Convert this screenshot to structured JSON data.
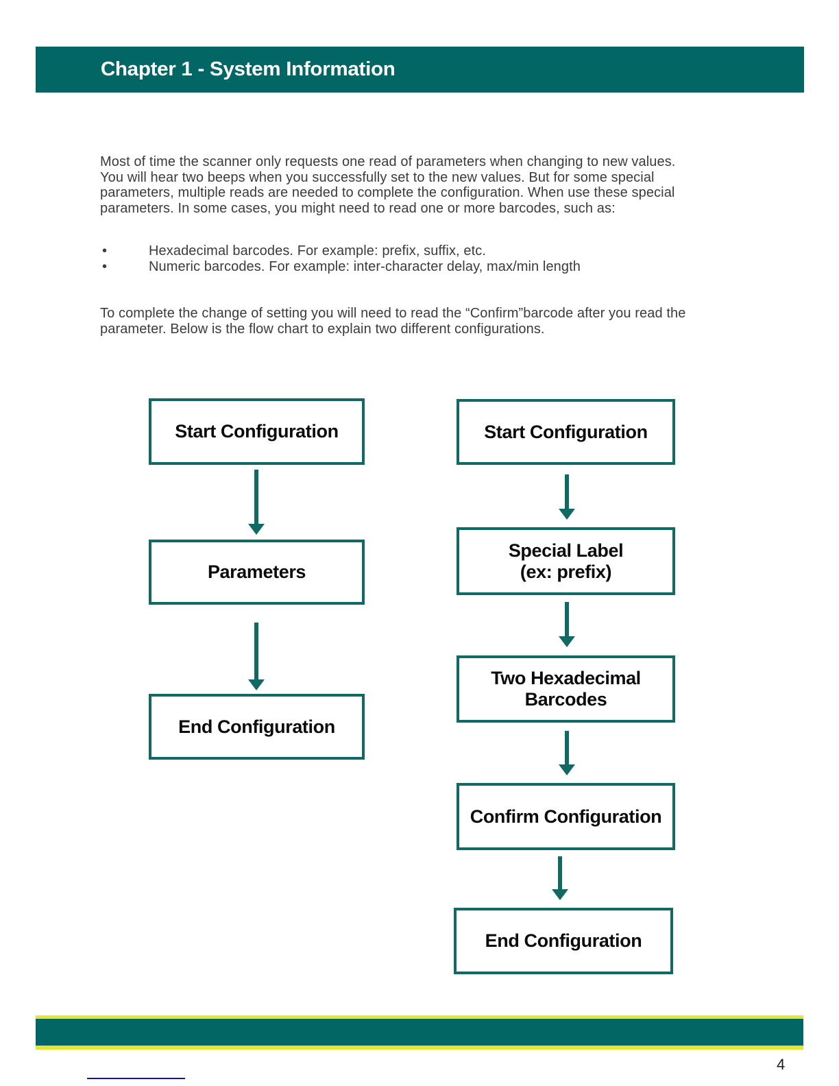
{
  "header": {
    "title": "Chapter 1 - System Information"
  },
  "body": {
    "paragraph1_lines": [
      "Most of time the scanner only requests one read of parameters when changing to new values.",
      "You will hear two beeps when you successfully set to the new values. But for some special",
      "parameters, multiple reads are needed to complete the configuration. When use these special",
      "parameters. In some cases, you might need to read one or more barcodes, such as:"
    ],
    "bullet_char": "•",
    "bullets": [
      "Hexadecimal barcodes. For example: prefix, suffix, etc.",
      "Numeric barcodes. For example: inter-character delay, max/min length"
    ],
    "paragraph2_lines": [
      "To complete the change of setting you will need to read the “Confirm”barcode after you read the",
      "parameter. Below is the flow chart to explain two different configurations."
    ]
  },
  "flowchart": {
    "left_nodes": [
      "Start Configuration",
      "Parameters",
      "End Configuration"
    ],
    "right_nodes": [
      {
        "lines": [
          "Start Configuration"
        ]
      },
      {
        "lines": [
          "Special Label",
          "(ex: prefix)"
        ]
      },
      {
        "lines": [
          "Two Hexadecimal",
          "Barcodes"
        ]
      },
      {
        "lines": [
          "Confirm Configuration"
        ]
      },
      {
        "lines": [
          "End Configuration"
        ]
      }
    ]
  },
  "footer": {
    "page_number": "4"
  },
  "colors": {
    "teal_bar": "#026665",
    "teal_line": "#0e6a63",
    "yellow_stripe": "#e6e632",
    "link_navy": "#16168c"
  }
}
